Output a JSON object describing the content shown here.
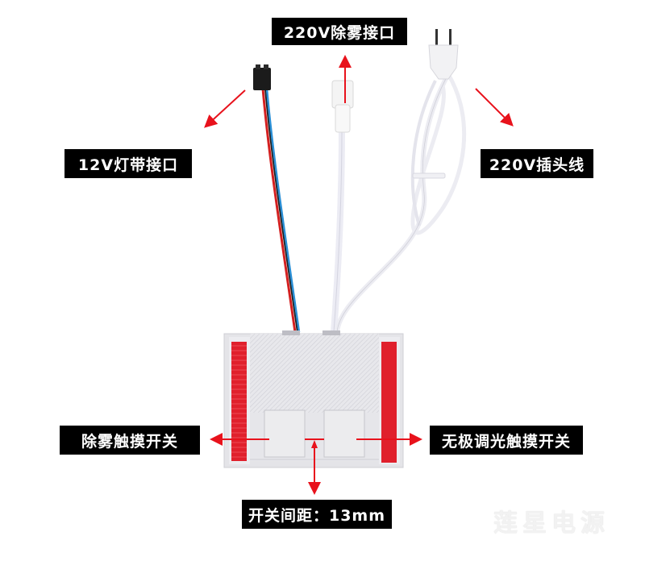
{
  "labels": {
    "defog_port": "220V除雾接口",
    "led_strip_port": "12V灯带接口",
    "plug_cord": "220V插头线",
    "defog_touch_switch": "除雾触摸开关",
    "dimmer_touch_switch": "无极调光触摸开关",
    "switch_spacing": "开关间距：13mm"
  },
  "watermark": "莲星电源",
  "colors": {
    "label_bg": "#000000",
    "label_text": "#ffffff",
    "arrow": "#e8121c",
    "housing": "#e6e6ea",
    "red_strip": "#e0202c"
  }
}
